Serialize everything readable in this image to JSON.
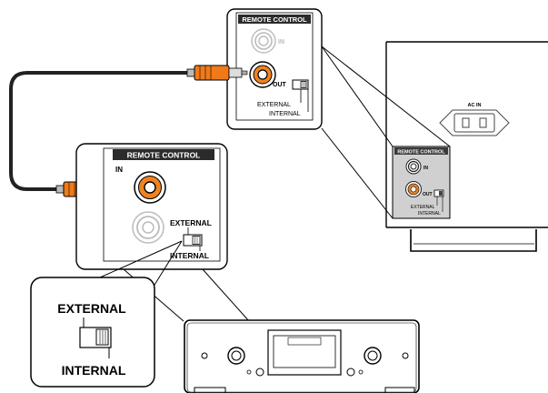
{
  "top_panel": {
    "header": "REMOTE CONTROL",
    "jack_in": "IN",
    "jack_out": "OUT",
    "switch_external": "EXTERNAL",
    "switch_internal": "INTERNAL"
  },
  "left_panel": {
    "header": "REMOTE CONTROL",
    "jack_in": "IN",
    "switch_external": "EXTERNAL",
    "switch_internal": "INTERNAL"
  },
  "zoom_box": {
    "external": "EXTERNAL",
    "internal": "INTERNAL"
  },
  "rear_unit": {
    "ac_in": "AC IN",
    "header": "REMOTE CONTROL",
    "jack_in": "IN",
    "jack_out": "OUT",
    "switch_external": "EXTERNAL",
    "switch_internal": "INTERNAL"
  },
  "colors": {
    "plug_orange": "#f07a1a",
    "jack_orange": "#f0831e",
    "panel_gray": "#d9d9d9",
    "cable": "#222222"
  }
}
